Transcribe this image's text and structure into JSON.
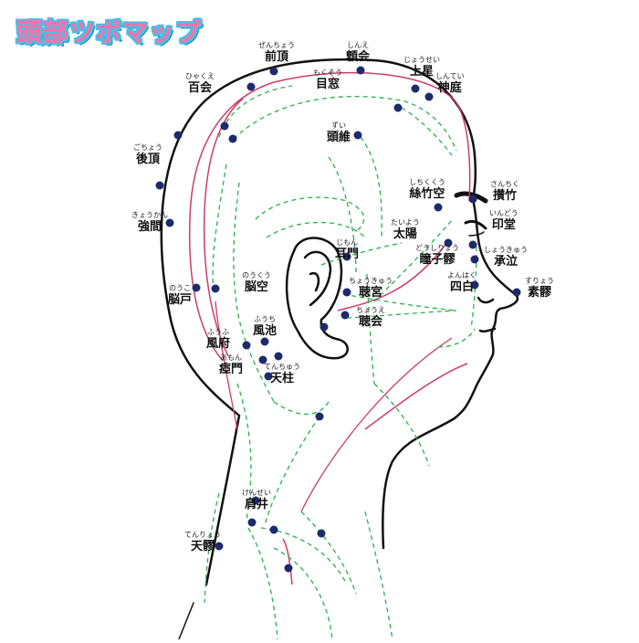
{
  "title": "頭部ツボマップ",
  "colors": {
    "point": "#1d2b6b",
    "meridian_red": "#cc3b6b",
    "meridian_green": "#2bb04a",
    "outline": "#111111",
    "title_fill": "#ff6fa6",
    "title_stroke": "#44c0e8"
  },
  "points": [
    {
      "name": "前頂",
      "reading": "ぜんちょう"
    },
    {
      "name": "顖会",
      "reading": "しんえ"
    },
    {
      "name": "上星",
      "reading": "じょうせい"
    },
    {
      "name": "神庭",
      "reading": "しんてい"
    },
    {
      "name": "百会",
      "reading": "ひゃくえ"
    },
    {
      "name": "目窓",
      "reading": "もくそう"
    },
    {
      "name": "後頂",
      "reading": "ごちょう"
    },
    {
      "name": "頭維",
      "reading": "ずい"
    },
    {
      "name": "強間",
      "reading": "きょうかん"
    },
    {
      "name": "絲竹空",
      "reading": "しちくくう"
    },
    {
      "name": "攅竹",
      "reading": "さんちく"
    },
    {
      "name": "印堂",
      "reading": "いんどう"
    },
    {
      "name": "太陽",
      "reading": "たいよう"
    },
    {
      "name": "瞳子髎",
      "reading": "どうしりょう"
    },
    {
      "name": "承泣",
      "reading": "しょうきゅう"
    },
    {
      "name": "耳門",
      "reading": "じもん"
    },
    {
      "name": "四白",
      "reading": "よんはく"
    },
    {
      "name": "素髎",
      "reading": "すりょう"
    },
    {
      "name": "脳戸",
      "reading": "のうこ"
    },
    {
      "name": "脳空",
      "reading": "のうくう"
    },
    {
      "name": "聴宮",
      "reading": "ちょうきゅう"
    },
    {
      "name": "聴会",
      "reading": "ちょうえ"
    },
    {
      "name": "風池",
      "reading": "ふうち"
    },
    {
      "name": "風府",
      "reading": "ふうふ"
    },
    {
      "name": "瘂門",
      "reading": "あもん"
    },
    {
      "name": "天柱",
      "reading": "てんちゅう"
    },
    {
      "name": "肩井",
      "reading": "けんせい"
    },
    {
      "name": "天髎",
      "reading": "てんりょう"
    }
  ]
}
